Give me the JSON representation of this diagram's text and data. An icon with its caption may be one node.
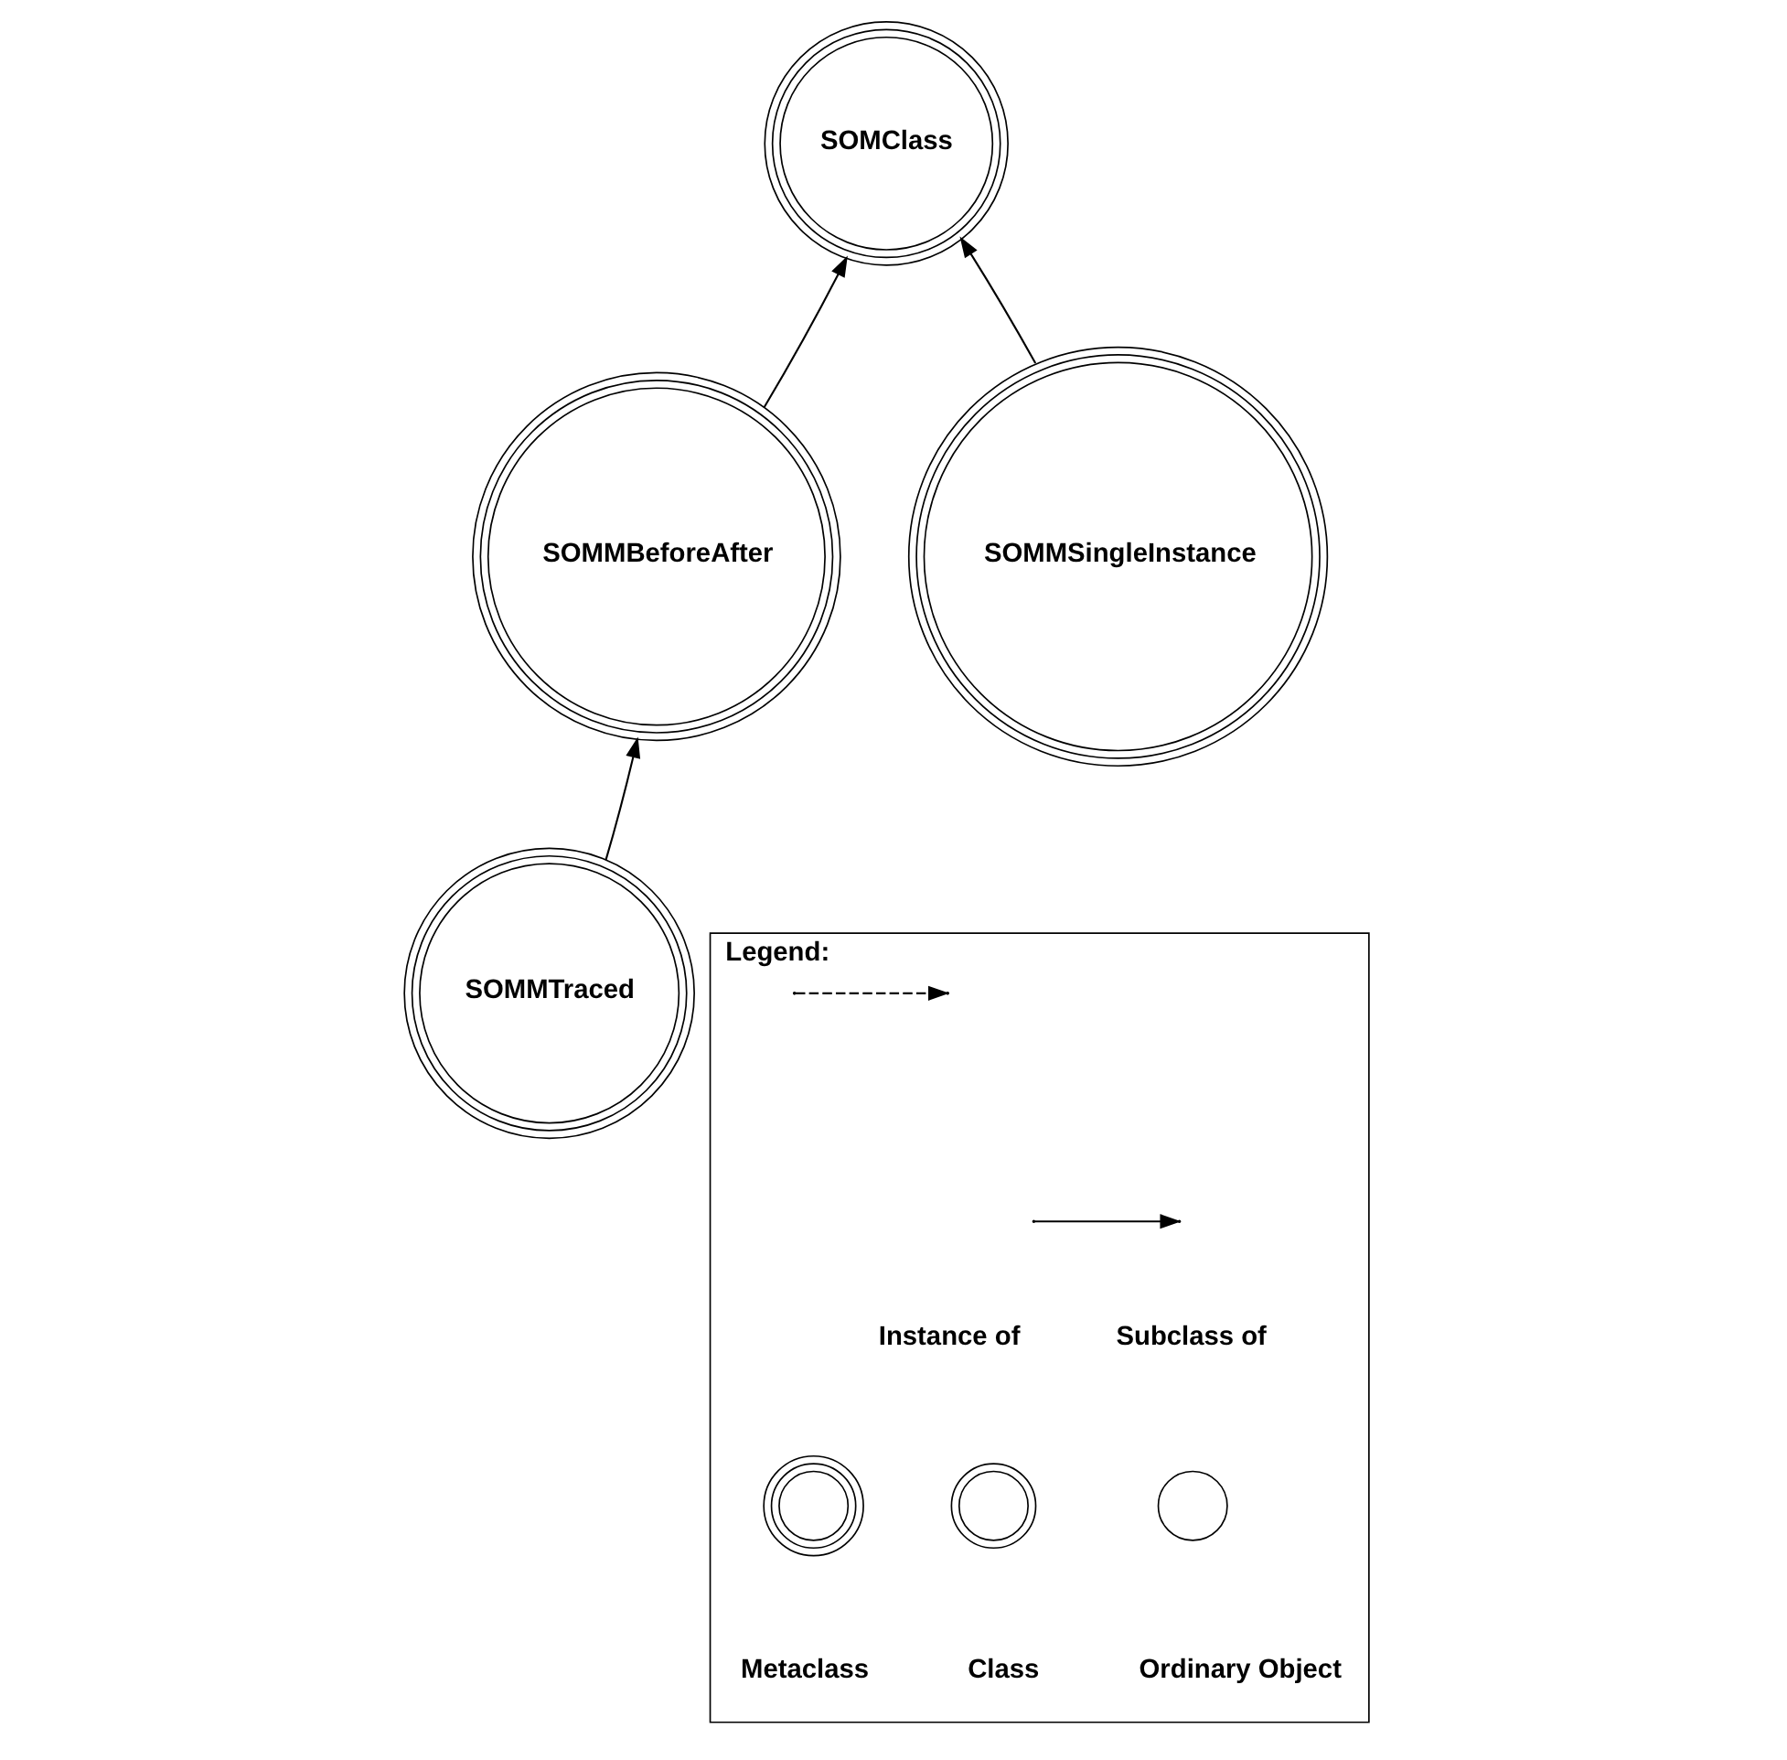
{
  "diagram": {
    "nodes": [
      {
        "text": [
          "SOMClass"
        ]
      },
      {
        "text": [
          "SOMMBeforeAfter"
        ]
      },
      {
        "text": [
          "SOMMSingleInstance"
        ]
      },
      {
        "text": [
          "SOMMTraced"
        ]
      },
      {
        "text": [
          "Legend:"
        ]
      },
      {
        "text": [],
        "shape": "circle",
        "in": 4
      },
      {
        "text": [],
        "shape": "circle",
        "in": 4
      },
      {
        "text": [],
        "shape": "circle",
        "in": 4
      }
    ],
    "edges": [
      {
        "from": 1,
        "to": 0,
        "arrow": "to"
      },
      {
        "from": 2,
        "to": 0,
        "arrow": "to"
      },
      {
        "from": 3,
        "to": 1,
        "arrow": "to"
      }
    ],
    "legend": [
      {
        "text": "Instance of"
      },
      {
        "text": "Subclass of"
      },
      {
        "text": "Metaclass"
      },
      {
        "text": "Class"
      },
      {
        "text": "Ordinary Object"
      }
    ]
  }
}
